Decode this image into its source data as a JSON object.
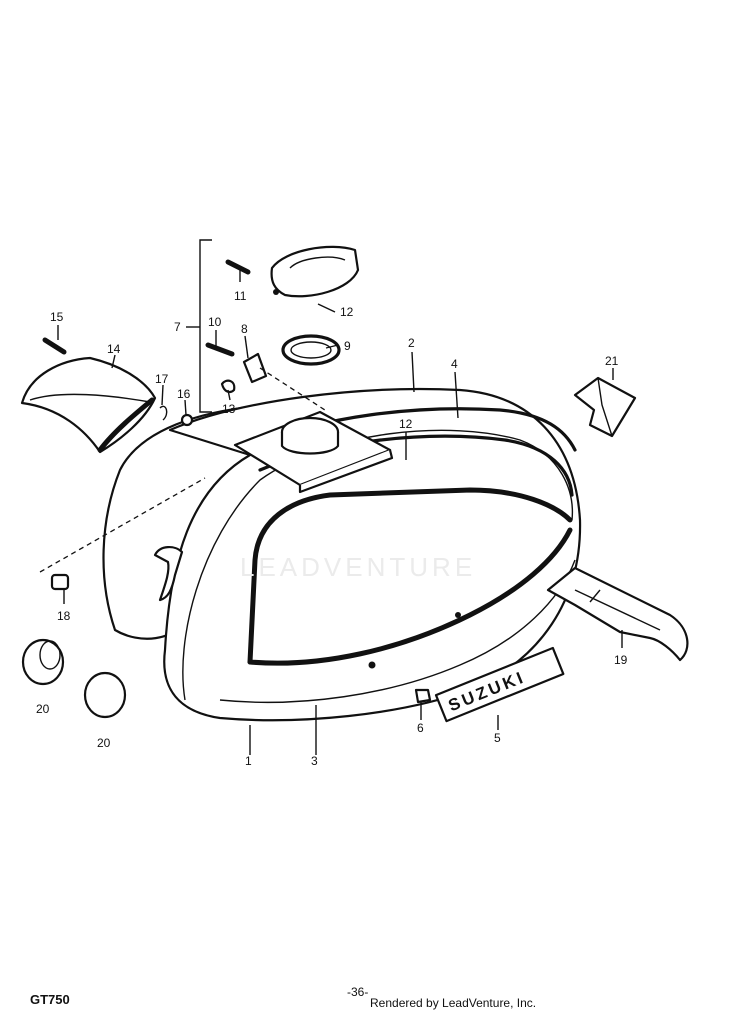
{
  "watermark": "LEADVENTURE",
  "brand_decal_text": "SUZUKI",
  "footer": {
    "model": "GT750",
    "page_number": "-36-",
    "credit": "Rendered by LeadVenture, Inc."
  },
  "callouts": [
    {
      "id": "c1",
      "text": "1"
    },
    {
      "id": "c2",
      "text": "2"
    },
    {
      "id": "c3",
      "text": "3"
    },
    {
      "id": "c4",
      "text": "4"
    },
    {
      "id": "c5",
      "text": "5"
    },
    {
      "id": "c6",
      "text": "6"
    },
    {
      "id": "c7",
      "text": "7"
    },
    {
      "id": "c8",
      "text": "8"
    },
    {
      "id": "c9",
      "text": "9"
    },
    {
      "id": "c10",
      "text": "10"
    },
    {
      "id": "c11",
      "text": "11"
    },
    {
      "id": "c12a",
      "text": "12"
    },
    {
      "id": "c12b",
      "text": "12"
    },
    {
      "id": "c13",
      "text": "13"
    },
    {
      "id": "c14",
      "text": "14"
    },
    {
      "id": "c15",
      "text": "15"
    },
    {
      "id": "c16",
      "text": "16"
    },
    {
      "id": "c17",
      "text": "17"
    },
    {
      "id": "c18",
      "text": "18"
    },
    {
      "id": "c19",
      "text": "19"
    },
    {
      "id": "c20a",
      "text": "20"
    },
    {
      "id": "c20b",
      "text": "20"
    },
    {
      "id": "c21",
      "text": "21"
    }
  ]
}
